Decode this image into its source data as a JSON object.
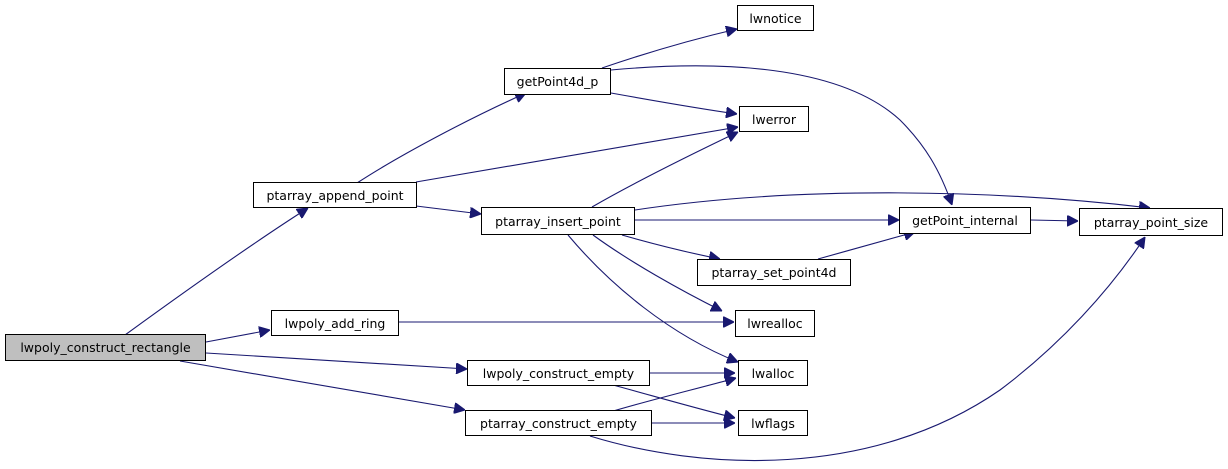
{
  "colors": {
    "edge": "#191970",
    "root_fill": "#bfbfbf",
    "node_fill": "#ffffff",
    "node_border": "#000000"
  },
  "nodes": {
    "root": "lwpoly_construct_rectangle",
    "ptarray_append_point": "ptarray_append_point",
    "lwpoly_add_ring": "lwpoly_add_ring",
    "lwpoly_construct_empty": "lwpoly_construct_empty",
    "ptarray_construct_empty": "ptarray_construct_empty",
    "getPoint4d_p": "getPoint4d_p",
    "ptarray_insert_point": "ptarray_insert_point",
    "lwnotice": "lwnotice",
    "lwerror": "lwerror",
    "getPoint_internal": "getPoint_internal",
    "ptarray_point_size": "ptarray_point_size",
    "ptarray_set_point4d": "ptarray_set_point4d",
    "lwrealloc": "lwrealloc",
    "lwalloc": "lwalloc",
    "lwflags": "lwflags"
  }
}
